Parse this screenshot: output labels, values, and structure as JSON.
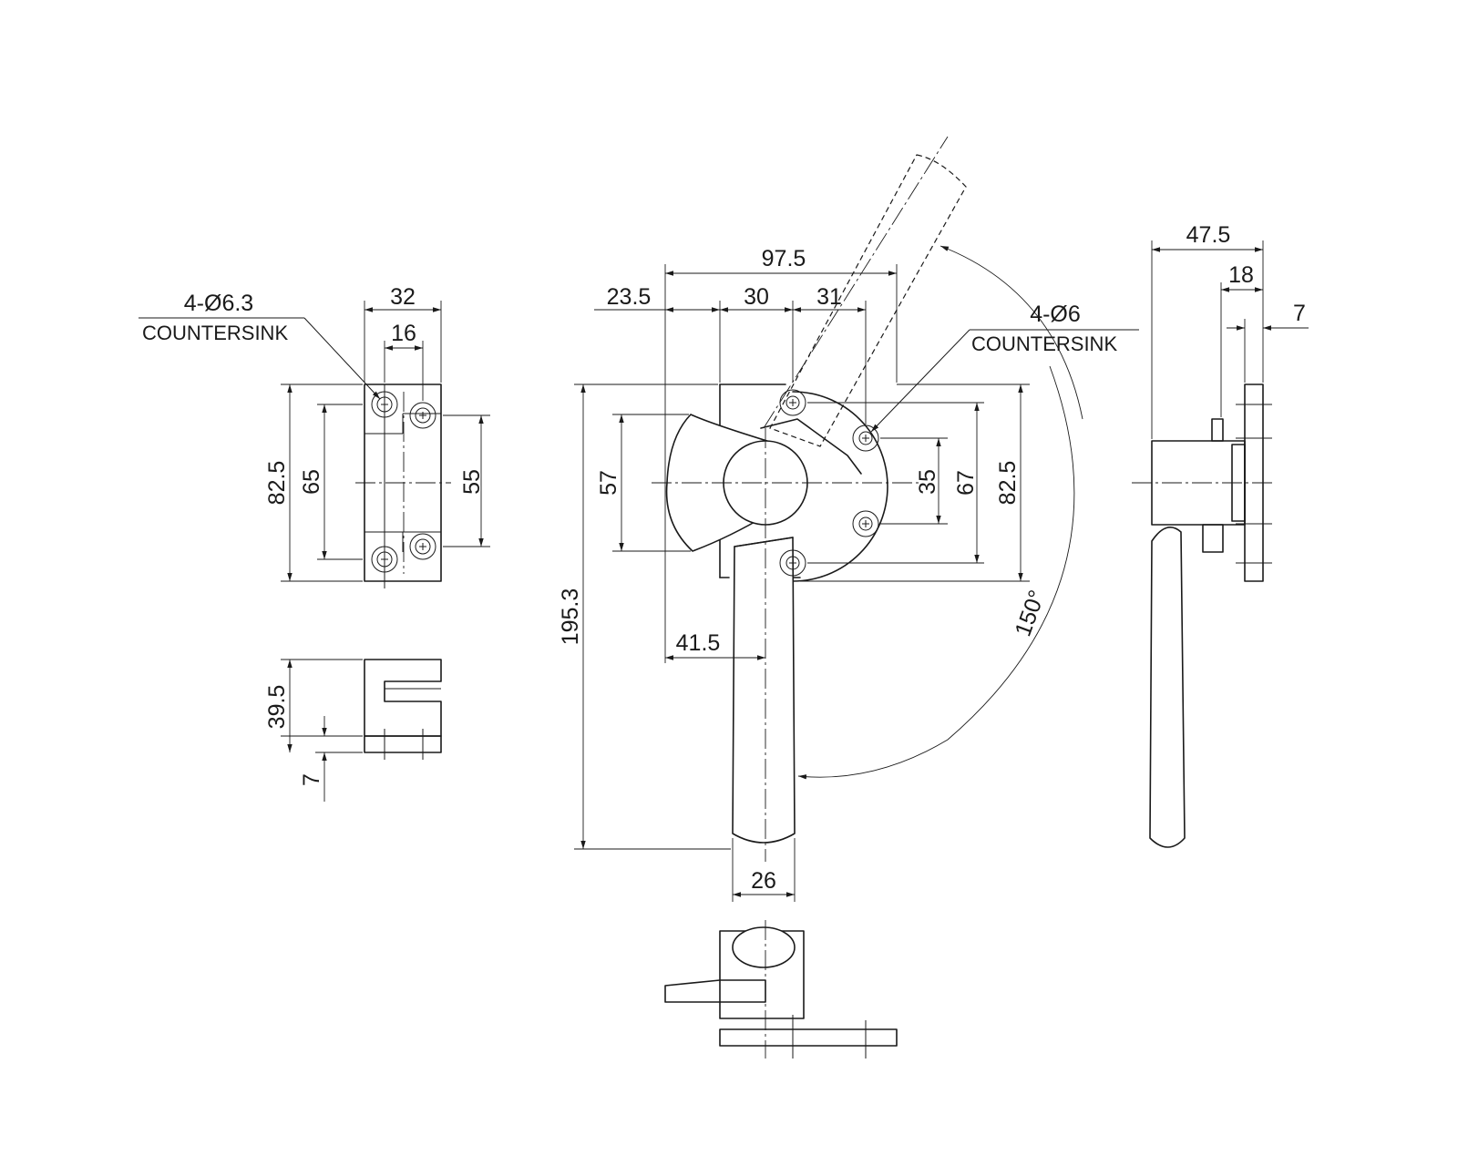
{
  "drawing": {
    "callouts": {
      "left_holes": {
        "line1": "4-Ø6.3",
        "line2": "COUNTERSINK"
      },
      "right_holes": {
        "line1": "4-Ø6",
        "line2": "COUNTERSINK"
      }
    },
    "keeper_front": {
      "width": "32",
      "inner_width": "16",
      "height": "82.5",
      "outer_pitch": "65",
      "inner_pitch": "55"
    },
    "keeper_side": {
      "height": "39.5",
      "thickness": "7"
    },
    "main_front": {
      "overall_width": "97.5",
      "offset_a": "23.5",
      "offset_b": "30",
      "offset_c": "31",
      "overall_height": "195.3",
      "cam_height": "57",
      "hole_pitch_inner": "35",
      "hole_pitch_outer": "67",
      "plate_height": "82.5",
      "pivot_offset": "41.5",
      "handle_width": "26",
      "swing_angle": "150°"
    },
    "main_side": {
      "depth": "47.5",
      "offset": "18",
      "plate_thickness": "7"
    }
  }
}
